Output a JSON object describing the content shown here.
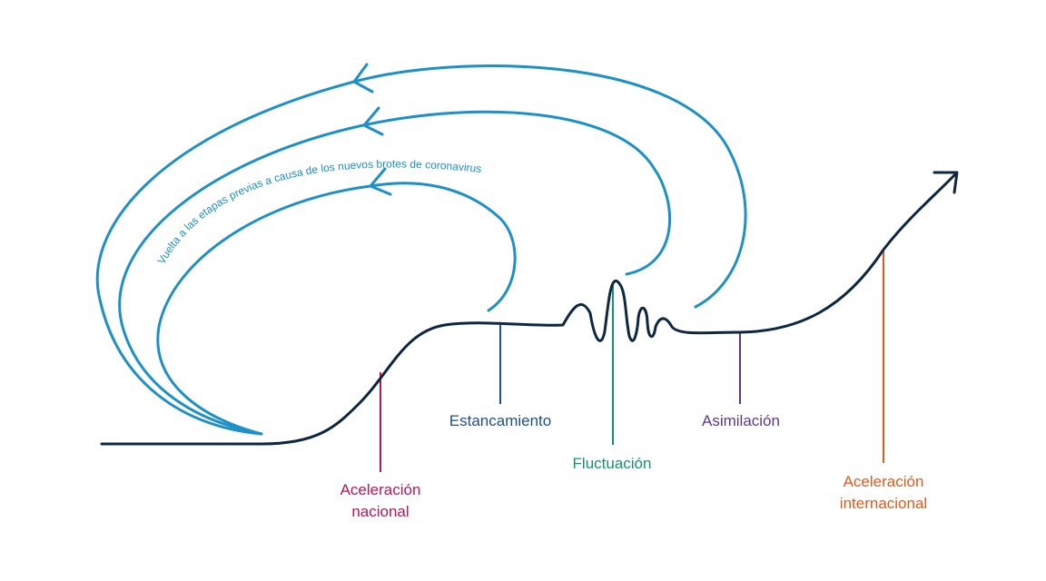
{
  "colors": {
    "main_curve": "#0d2740",
    "loops": "#1e90c8",
    "aceleracion_nacional": "#b5175a",
    "estancamiento": "#1f4f8a",
    "fluctuacion": "#13946c",
    "asimilacion": "#5b3a8c",
    "aceleracion_internacional": "#e25a1c"
  },
  "loop_text": "Vuelta a las etapas previas a causa de los nuevos brotes de coronavirus",
  "stages": {
    "aceleracion_nacional": {
      "line1": "Aceleración",
      "line2": "nacional"
    },
    "estancamiento": {
      "line1": "Estancamiento"
    },
    "fluctuacion": {
      "line1": "Fluctuación"
    },
    "asimilacion": {
      "line1": "Asimilación"
    },
    "aceleracion_internacional": {
      "line1": "Aceleración",
      "line2": "internacional"
    }
  }
}
